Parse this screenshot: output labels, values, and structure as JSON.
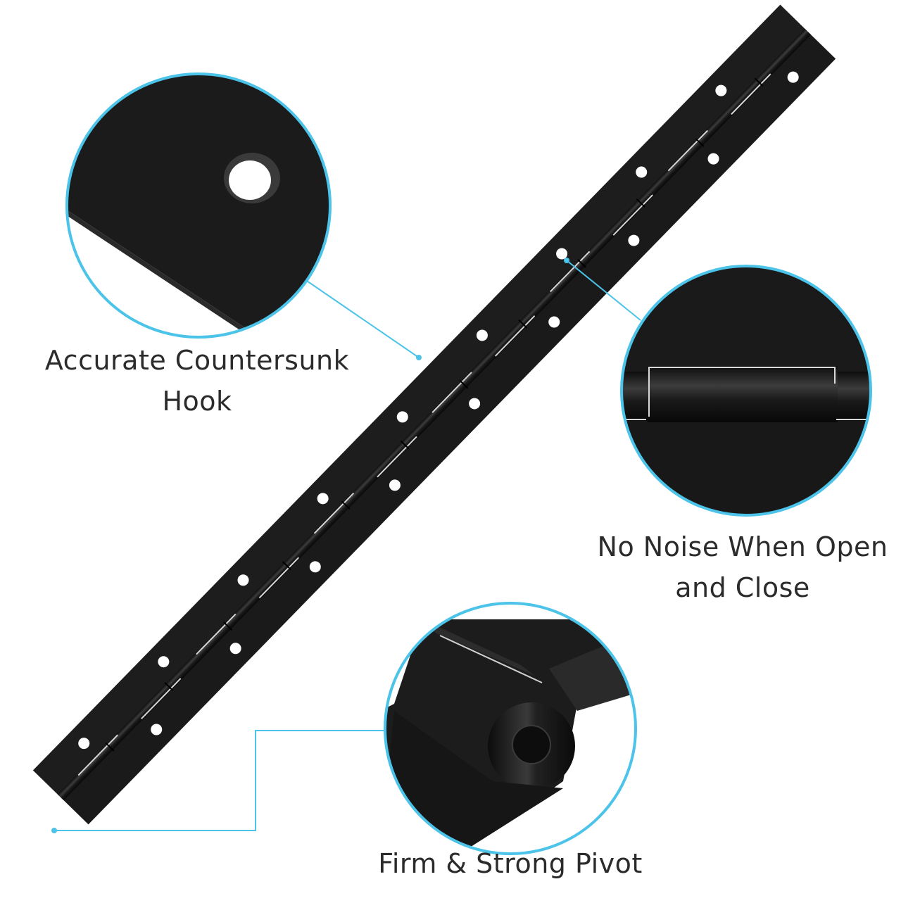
{
  "colors": {
    "accent": "#4cc3e8",
    "hinge": "#1c1c1c",
    "background": "#ffffff",
    "text": "#2b2b2b"
  },
  "callouts": [
    {
      "lines": [
        "Accurate Countersunk",
        "Hook"
      ]
    },
    {
      "lines": [
        "No Noise When Open",
        "and Close"
      ]
    },
    {
      "lines": [
        "Firm & Strong Pivot"
      ]
    }
  ]
}
